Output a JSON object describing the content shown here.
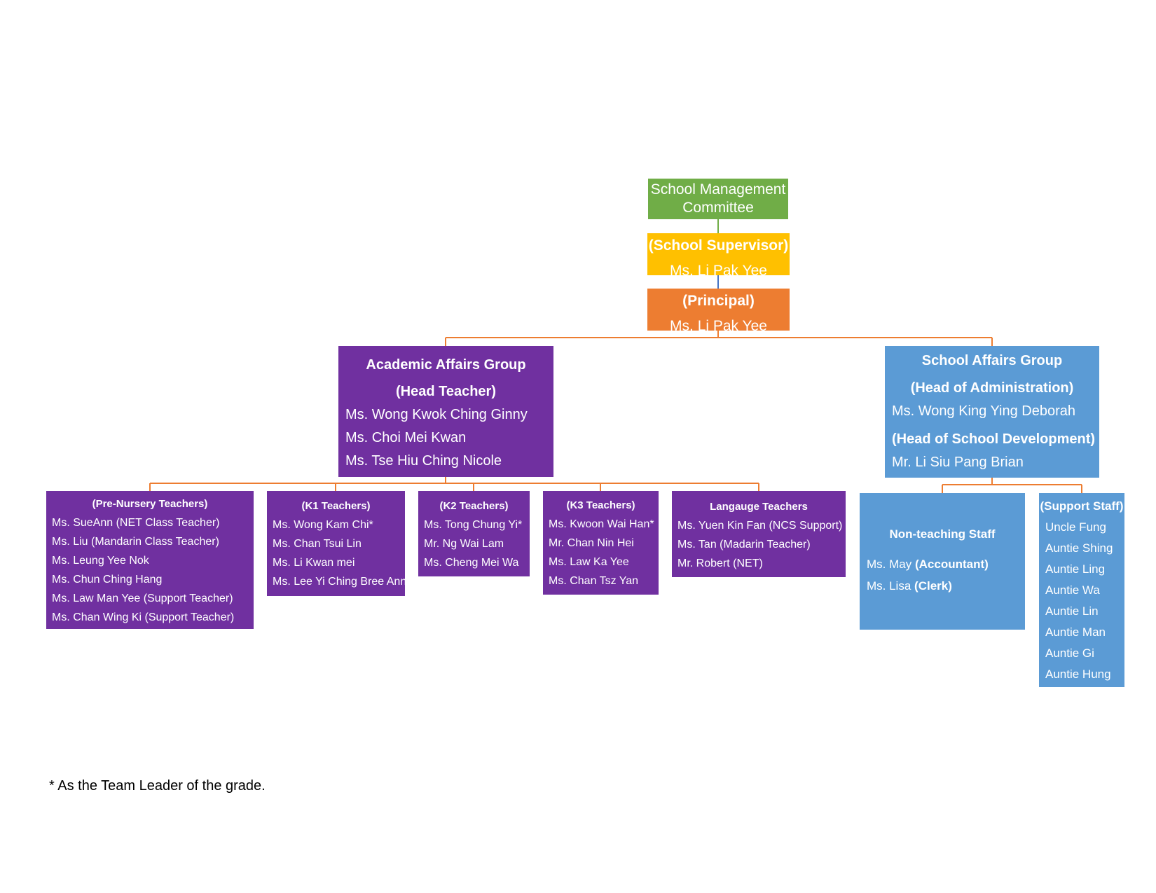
{
  "school_management": {
    "line1": "School Management",
    "line2": "Committee"
  },
  "supervisor": {
    "role": "(School Supervisor)",
    "name": "Ms. Li Pak Yee"
  },
  "principal": {
    "role": "(Principal)",
    "name": "Ms. Li Pak Yee"
  },
  "academic_affairs": {
    "title": "Academic Affairs Group",
    "role": "(Head Teacher)",
    "members": [
      "Ms. Wong Kwok Ching Ginny",
      "Ms. Choi Mei Kwan",
      "Ms. Tse Hiu Ching Nicole"
    ]
  },
  "school_affairs": {
    "title": "School Affairs Group",
    "admin_role": "(Head of Administration)",
    "admin_name": "Ms. Wong King Ying Deborah",
    "dev_role": "(Head of School Development)",
    "dev_name": "Mr. Li Siu Pang Brian"
  },
  "pre_nursery": {
    "title": "(Pre-Nursery Teachers)",
    "members": [
      "Ms. SueAnn (NET Class Teacher)",
      "Ms. Liu (Mandarin Class Teacher)",
      "Ms. Leung Yee Nok",
      "Ms. Chun Ching Hang",
      "Ms. Law Man Yee (Support Teacher)",
      "Ms. Chan Wing Ki (Support Teacher)"
    ]
  },
  "k1": {
    "title": "(K1 Teachers)",
    "members": [
      "Ms. Wong Kam Chi*",
      "Ms. Chan Tsui Lin",
      "Ms. Li Kwan mei",
      "Ms. Lee Yi Ching Bree Ann"
    ]
  },
  "k2": {
    "title": "(K2 Teachers)",
    "members": [
      "Ms. Tong Chung Yi*",
      "Mr. Ng Wai Lam",
      "Ms. Cheng Mei Wa"
    ]
  },
  "k3": {
    "title": "(K3 Teachers)",
    "members": [
      "Ms. Kwoon Wai Han*",
      "Mr. Chan Nin Hei",
      "Ms. Law Ka Yee",
      "Ms. Chan Tsz Yan"
    ]
  },
  "language": {
    "title": "Langauge Teachers",
    "members": [
      "Ms. Yuen Kin Fan (NCS Support)",
      "Ms. Tan (Madarin Teacher)",
      "Mr. Robert (NET)"
    ]
  },
  "non_teaching": {
    "title": "Non-teaching Staff",
    "members": [
      {
        "name": "Ms. May",
        "role": "(Accountant)"
      },
      {
        "name": "Ms. Lisa",
        "role": "(Clerk)"
      }
    ]
  },
  "support_staff": {
    "title": "(Support Staff)",
    "members": [
      "Uncle Fung",
      "Auntie Shing",
      "Auntie Ling",
      "Auntie Wa",
      "Auntie Lin",
      "Auntie Man",
      "Auntie Gi",
      "Auntie Hung"
    ]
  },
  "footnote": "* As the Team Leader of the grade.",
  "colors": {
    "management": "#70ad47",
    "supervisor": "#ffc000",
    "principal": "#ed7d31",
    "academic": "#7030a0",
    "school_affairs": "#5b9bd5",
    "connector_orange": "#ed7d31",
    "connector_green": "#70ad47",
    "connector_blue": "#4472c4"
  }
}
